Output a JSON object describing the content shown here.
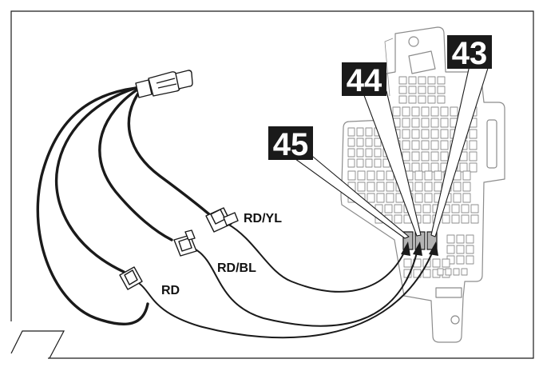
{
  "callouts": {
    "c45": "45",
    "c44": "44",
    "c43": "43"
  },
  "wire_labels": {
    "rd_yl": "RD/YL",
    "rd_bl": "RD/BL",
    "rd": "RD"
  },
  "colors": {
    "line": "#1a1a1a",
    "callout_bg": "#1a1a1a",
    "callout_text": "#ffffff",
    "fuse_box_stroke": "#8c8c8c",
    "slot_fill": "#b3b3b3"
  }
}
